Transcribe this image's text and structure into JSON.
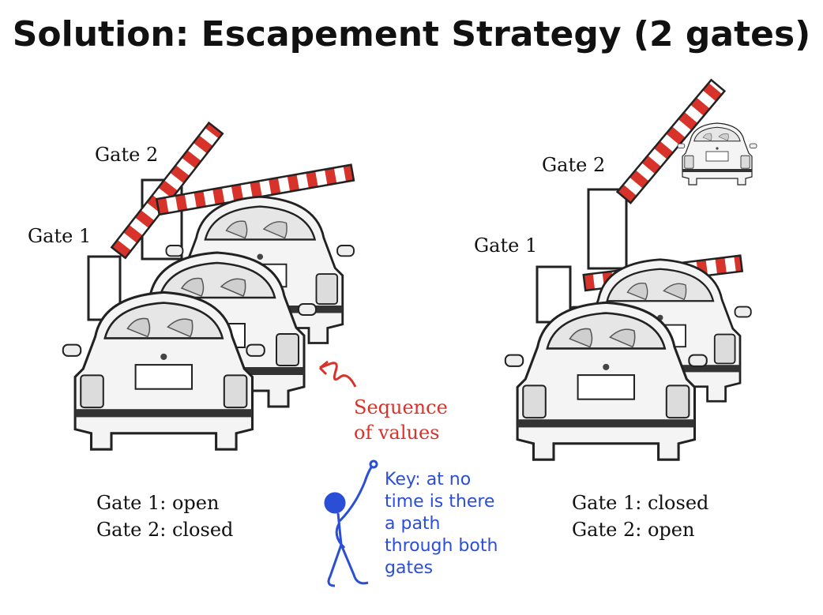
{
  "title": "Solution: Escapement Strategy (2 gates)",
  "left_scene": {
    "gate2_label": "Gate 2",
    "gate1_label": "Gate 1",
    "state_line1": "Gate 1: open",
    "state_line2": "Gate 2: closed"
  },
  "right_scene": {
    "gate2_label": "Gate 2",
    "gate1_label": "Gate 1",
    "state_line1": "Gate 1: closed",
    "state_line2": "Gate 2: open"
  },
  "annotation": {
    "line1": "Sequence",
    "line2": "of values",
    "color": "#d8332a"
  },
  "key_note": {
    "lines": [
      "Key: at no",
      "time is there",
      "a path",
      "through both",
      "gates"
    ],
    "color": "#2a4fd6"
  },
  "icons": [
    "car-icon",
    "barrier-gate-icon",
    "stick-figure-icon",
    "squiggle-arrow-icon"
  ]
}
